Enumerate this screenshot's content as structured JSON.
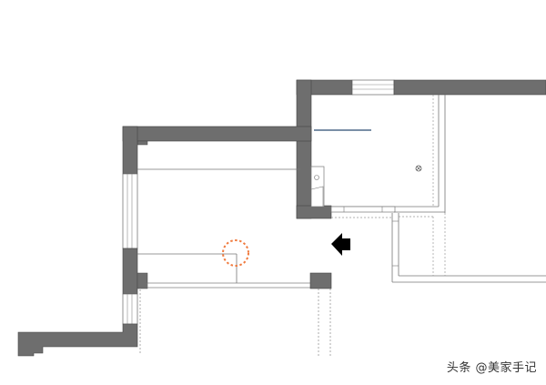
{
  "diagram": {
    "type": "floor-plan",
    "colors": {
      "wall": "#6e6e6e",
      "line": "#555555",
      "dashed": "#888888",
      "accent_circle": "#f07b3f",
      "blue_line": "#7a8fa6",
      "arrow": "#000000"
    },
    "elements": [
      {
        "id": "entrance-arrow",
        "label": "entry arrow pointing left"
      },
      {
        "id": "highlight-circle",
        "label": "orange dashed marker circle"
      },
      {
        "id": "sink",
        "label": "wash basin"
      },
      {
        "id": "floor-drain",
        "label": "floor drain symbol"
      }
    ]
  },
  "watermark": {
    "text": "头条 @美家手记"
  }
}
